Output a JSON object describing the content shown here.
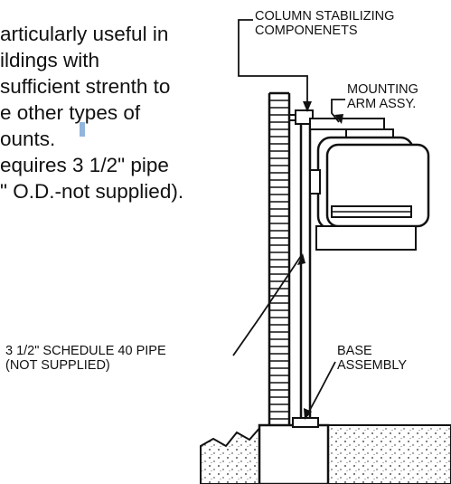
{
  "description_lines": [
    "articularly useful in",
    "ildings with",
    "sufficient strenth to",
    "e other types of",
    "ounts.",
    "equires 3 1/2\" pipe",
    "\" O.D.-not supplied)."
  ],
  "labels": {
    "column_stabilizing": [
      "COLUMN STABILIZING",
      "COMPONENETS"
    ],
    "mounting_arm": [
      "MOUNTING",
      "ARM ASSY."
    ],
    "pipe": [
      "3 1/2\" SCHEDULE 40 PIPE",
      "(NOT SUPPLIED)"
    ],
    "base": [
      "BASE",
      "ASSEMBLY"
    ]
  },
  "colors": {
    "ink": "#111111",
    "cursor": "#7fa9d6"
  }
}
